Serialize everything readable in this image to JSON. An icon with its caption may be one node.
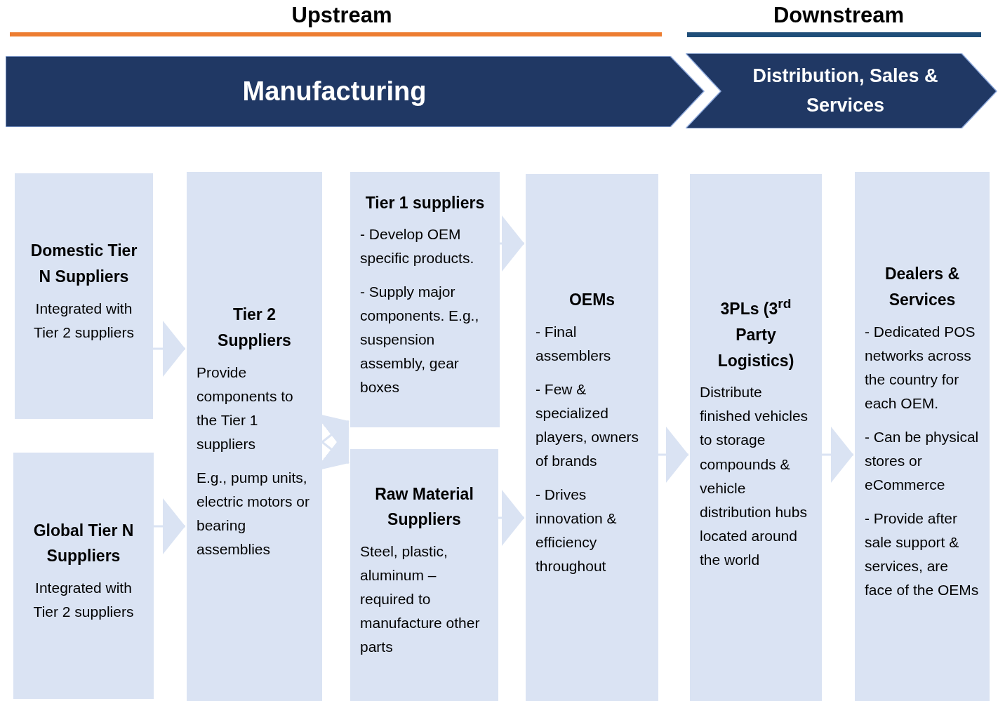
{
  "diagram": {
    "nodes": [
      {
        "text": [
          "Manufacturing"
        ]
      },
      {
        "text": [
          "Distribution, Sales & Services"
        ]
      },
      {
        "text": [
          "Domestic Tier N Suppliers",
          "Integrated with Tier 2 suppliers"
        ]
      },
      {
        "text": [
          "Global Tier N Suppliers",
          "Integrated with Tier 2 suppliers"
        ]
      },
      {
        "text": [
          "Tier 2 Suppliers",
          "Provide components to the Tier 1 suppliers",
          "E.g., pump units, electric motors or bearing assemblies"
        ]
      },
      {
        "text": [
          "Tier 1 suppliers",
          "- Develop OEM specific products.",
          "- Supply major components. E.g., suspension assembly, gear boxes"
        ]
      },
      {
        "text": [
          "Raw Material Suppliers",
          "Steel, plastic, aluminum – required to manufacture other parts"
        ]
      },
      {
        "text": [
          "OEMs",
          "- Final assemblers",
          "- Few & specialized players, owners of brands",
          "- Drives innovation & efficiency throughout"
        ]
      },
      {
        "text": [
          "3PLs (3$^{rd}$ Party Logistics)",
          "Distribute finished vehicles to storage compounds & vehicle distribution hubs located around the world"
        ]
      },
      {
        "text": [
          "Dealers & Services",
          "- Dedicated POS networks across the country for each OEM.",
          "- Can be physical stores or eCommerce",
          "- Provide after sale support & services, are face of the OEMs"
        ]
      }
    ],
    "edges": [
      {
        "from": 2,
        "to": 4,
        "arrow": "to"
      },
      {
        "from": 3,
        "to": 4,
        "arrow": "to"
      },
      {
        "from": 4,
        "to": 5,
        "arrow": "to"
      },
      {
        "from": 4,
        "to": 6,
        "arrow": "to"
      },
      {
        "from": 5,
        "to": 7,
        "arrow": "to"
      },
      {
        "from": 6,
        "to": 7,
        "arrow": "to"
      },
      {
        "from": 7,
        "to": 8,
        "arrow": "to"
      },
      {
        "from": 8,
        "to": 9,
        "arrow": "to"
      }
    ],
    "labels": [
      "Upstream",
      "Downstream"
    ]
  }
}
